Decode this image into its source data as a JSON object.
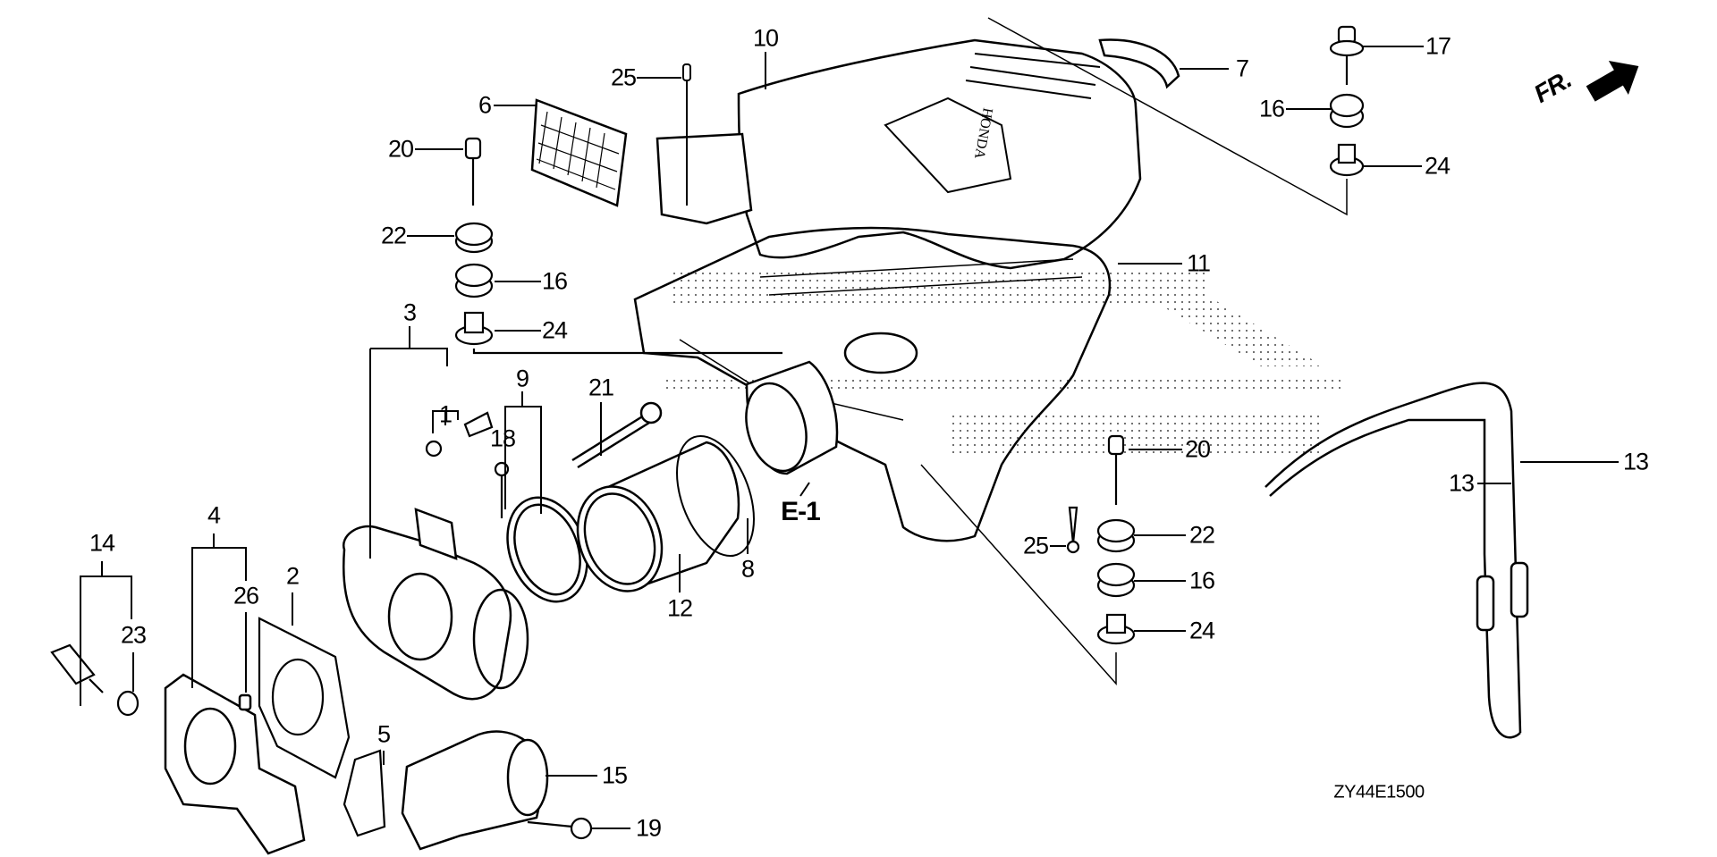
{
  "diagram": {
    "title": "Intake / Throttle Body & Engine Cover Parts Diagram",
    "brand_mark": "HONDA",
    "diagram_code": "ZY44E1500",
    "direction_indicator": "FR.",
    "section_ref": "E-1",
    "callouts": [
      {
        "id": "c10",
        "text": "10"
      },
      {
        "id": "c25a",
        "text": "25"
      },
      {
        "id": "c6",
        "text": "6"
      },
      {
        "id": "c20a",
        "text": "20"
      },
      {
        "id": "c22a",
        "text": "22"
      },
      {
        "id": "c16a",
        "text": "16"
      },
      {
        "id": "c24a",
        "text": "24"
      },
      {
        "id": "c3",
        "text": "3"
      },
      {
        "id": "c1",
        "text": "1"
      },
      {
        "id": "c9",
        "text": "9"
      },
      {
        "id": "c21",
        "text": "21"
      },
      {
        "id": "c18",
        "text": "18"
      },
      {
        "id": "c7",
        "text": "7"
      },
      {
        "id": "c17",
        "text": "17"
      },
      {
        "id": "c16b",
        "text": "16"
      },
      {
        "id": "c24b",
        "text": "24"
      },
      {
        "id": "c11",
        "text": "11"
      },
      {
        "id": "c20b",
        "text": "20"
      },
      {
        "id": "c22b",
        "text": "22"
      },
      {
        "id": "c16c",
        "text": "16"
      },
      {
        "id": "c24c",
        "text": "24"
      },
      {
        "id": "c25b",
        "text": "25"
      },
      {
        "id": "c13a",
        "text": "13"
      },
      {
        "id": "c13b",
        "text": "13"
      },
      {
        "id": "c14",
        "text": "14"
      },
      {
        "id": "c4",
        "text": "4"
      },
      {
        "id": "c26",
        "text": "26"
      },
      {
        "id": "c2",
        "text": "2"
      },
      {
        "id": "c23",
        "text": "23"
      },
      {
        "id": "c12",
        "text": "12"
      },
      {
        "id": "c8",
        "text": "8"
      },
      {
        "id": "c5",
        "text": "5"
      },
      {
        "id": "c15",
        "text": "15"
      },
      {
        "id": "c19",
        "text": "19"
      }
    ]
  }
}
